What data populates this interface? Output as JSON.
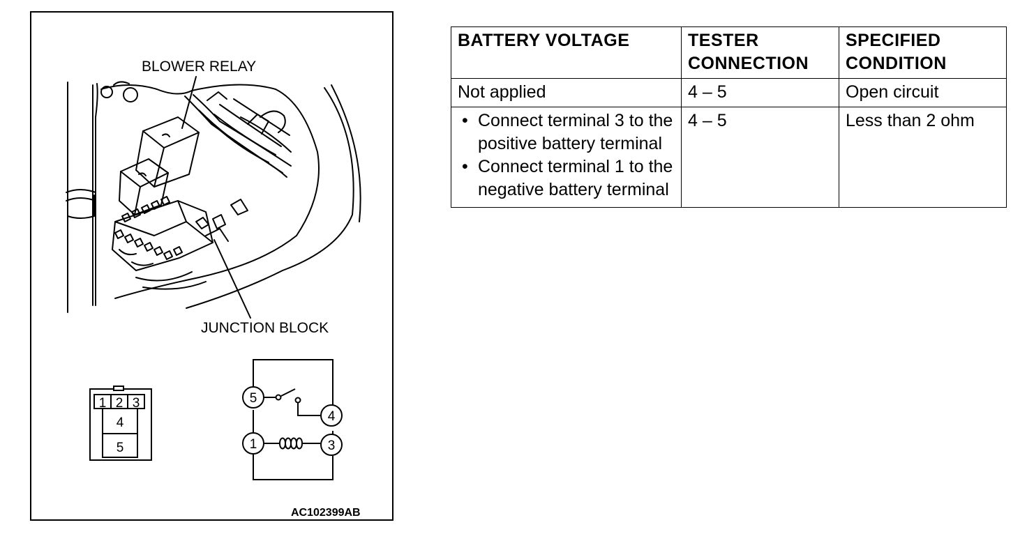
{
  "figure": {
    "callouts": {
      "blower_relay": "BLOWER RELAY",
      "junction_block": "JUNCTION BLOCK"
    },
    "figure_id": "AC102399AB",
    "connector_pins": [
      "1",
      "2",
      "3",
      "4",
      "5"
    ],
    "circuit_terminals": [
      "5",
      "4",
      "1",
      "3"
    ]
  },
  "table": {
    "headers": [
      "BATTERY VOLTAGE",
      "TESTER CONNECTION",
      "SPECIFIED CONDITION"
    ],
    "rows": [
      {
        "voltage": "Not applied",
        "connection": "4 – 5",
        "condition": "Open circuit"
      },
      {
        "voltage_steps": [
          "Connect terminal 3 to the positive battery terminal",
          "Connect terminal 1 to the negative battery terminal"
        ],
        "connection": "4 – 5",
        "condition": "Less than 2 ohm"
      }
    ]
  }
}
